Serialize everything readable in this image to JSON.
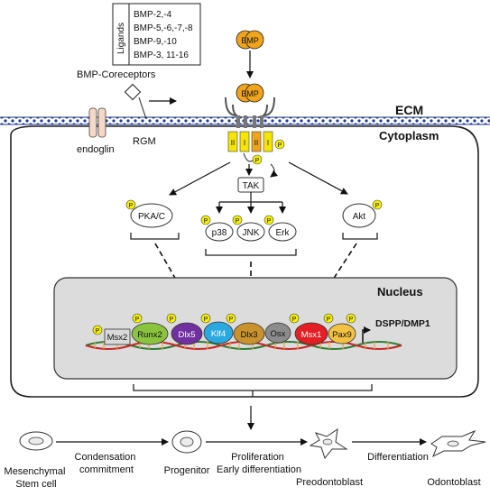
{
  "ligands": {
    "title": "Ligands",
    "items": [
      "BMP-2,-4",
      "BMP-5,-6,-7,-8",
      "BMP-9,-10",
      "BMP-3, 11-16"
    ]
  },
  "labels": {
    "bmp": "BMP",
    "coreceptors": "BMP-Coreceptors",
    "endoglin": "endoglin",
    "rgm": "RGM",
    "ecm": "ECM",
    "cytoplasm": "Cytoplasm",
    "nucleus": "Nucleus",
    "receptor_type_ii": "II",
    "receptor_type_i": "I",
    "phospho": "P"
  },
  "signaling": {
    "pka": "PKA/C",
    "tak": "TAK",
    "akt": "Akt",
    "p38": "p38",
    "jnk": "JNK",
    "erk": "Erk"
  },
  "transcription_factors": [
    {
      "label": "Msx2",
      "color": "#d9d9d9"
    },
    {
      "label": "Runx2",
      "color": "#8ac43f"
    },
    {
      "label": "Dlx5",
      "color": "#7030a0"
    },
    {
      "label": "Klf4",
      "color": "#2aa9e0"
    },
    {
      "label": "Dlx3",
      "color": "#c9922c"
    },
    {
      "label": "Osx",
      "color": "#8c8c8c"
    },
    {
      "label": "Msx1",
      "color": "#e31e24"
    },
    {
      "label": "Pax9",
      "color": "#f4c242"
    }
  ],
  "target_genes": "DSPP/DMP1",
  "stages": {
    "cells": [
      "Mesenchymal\nStem cell",
      "Progenitor",
      "Preodontoblast",
      "Odontoblast"
    ],
    "transitions": [
      "Condensation\ncommitment",
      "Proliferation\nEarly differentiation",
      "Differentiation"
    ]
  },
  "colors": {
    "membrane": "#1f3a93",
    "bmp": "#f0a41c",
    "receptor": "#f6e500",
    "phospho": "#f6f000",
    "nucleus_fill": "#dcdcdc"
  }
}
